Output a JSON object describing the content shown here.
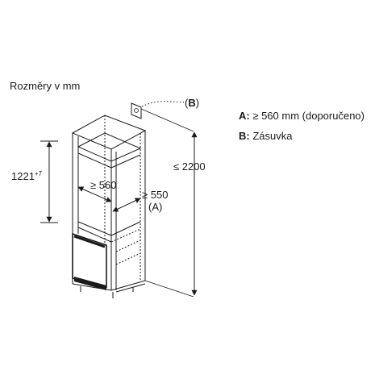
{
  "title": "Rozměry v mm",
  "legend": [
    {
      "key": "A:",
      "text": "≥ 560 mm (doporučeno)"
    },
    {
      "key": "B:",
      "text": "Zásuvka"
    }
  ],
  "labels": {
    "height_niche": "1221",
    "height_niche_tol": "+7",
    "width_niche": "≥ 560",
    "depth_niche": "≥ 550",
    "depth_marker": "(A)",
    "total_height": "≤ 2200",
    "socket_marker_open": "(",
    "socket_marker_key": "B",
    "socket_marker_close": ")"
  },
  "colors": {
    "line": "#1a1a1a",
    "panel": "#ffffff"
  }
}
